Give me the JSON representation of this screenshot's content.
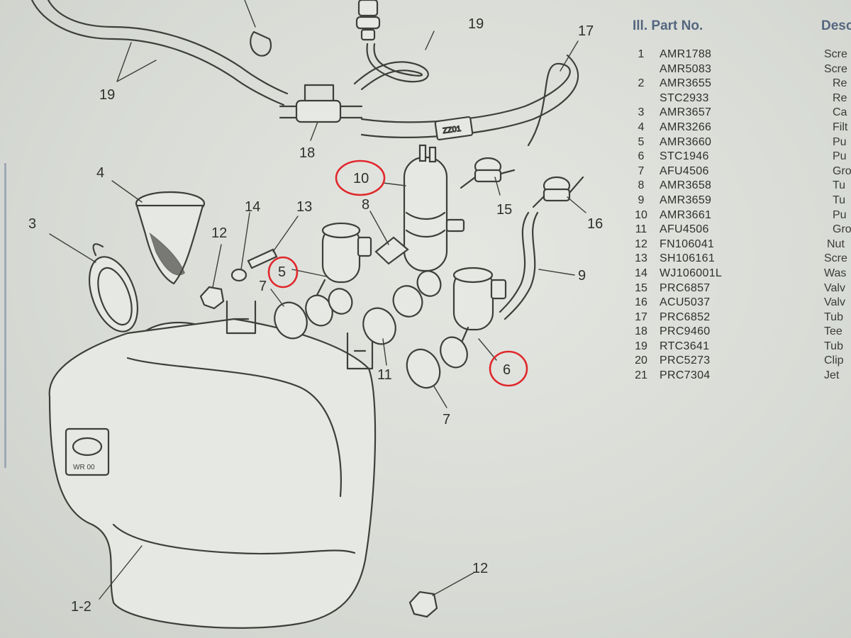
{
  "parts_table": {
    "headers": {
      "ill_part_no": "Ill. Part No.",
      "description": "Desc"
    },
    "rows": [
      {
        "ill": "1",
        "part": "AMR1788",
        "desc": "Scre"
      },
      {
        "ill": "",
        "part": "AMR5083",
        "desc": "Scre"
      },
      {
        "ill": "2",
        "part": "AMR3655",
        "desc": "Re"
      },
      {
        "ill": "",
        "part": "STC2933",
        "desc": "Re"
      },
      {
        "ill": "3",
        "part": "AMR3657",
        "desc": "Ca"
      },
      {
        "ill": "4",
        "part": "AMR3266",
        "desc": "Filt"
      },
      {
        "ill": "5",
        "part": "AMR3660",
        "desc": "Pu"
      },
      {
        "ill": "6",
        "part": "STC1946",
        "desc": "Pu"
      },
      {
        "ill": "7",
        "part": "AFU4506",
        "desc": "Gro"
      },
      {
        "ill": "8",
        "part": "AMR3658",
        "desc": "Tu"
      },
      {
        "ill": "9",
        "part": "AMR3659",
        "desc": "Tu"
      },
      {
        "ill": "10",
        "part": "AMR3661",
        "desc": "Pu"
      },
      {
        "ill": "11",
        "part": "AFU4506",
        "desc": "Gro"
      },
      {
        "ill": "12",
        "part": "FN106041",
        "desc": "Nut"
      },
      {
        "ill": "13",
        "part": "SH106161",
        "desc": "Scre"
      },
      {
        "ill": "14",
        "part": "WJ106001L",
        "desc": "Was"
      },
      {
        "ill": "15",
        "part": "PRC6857",
        "desc": "Valv"
      },
      {
        "ill": "16",
        "part": "ACU5037",
        "desc": "Valv"
      },
      {
        "ill": "17",
        "part": "PRC6852",
        "desc": "Tub"
      },
      {
        "ill": "18",
        "part": "PRC9460",
        "desc": "Tee"
      },
      {
        "ill": "19",
        "part": "RTC3641",
        "desc": "Tub"
      },
      {
        "ill": "20",
        "part": "PRC5273",
        "desc": "Clip"
      },
      {
        "ill": "21",
        "part": "PRC7304",
        "desc": "Jet"
      }
    ]
  },
  "diagram": {
    "callouts": {
      "c19_top": "19",
      "c17": "17",
      "c19_left": "19",
      "c18": "18",
      "c10": "10",
      "c4": "4",
      "c8": "8",
      "c15": "15",
      "c16": "16",
      "c3": "3",
      "c14": "14",
      "c13": "13",
      "c12_mid": "12",
      "c5": "5",
      "c7_left": "7",
      "c9": "9",
      "c11": "11",
      "c6": "6",
      "c7_bottom": "7",
      "c1_2": "1-2",
      "c12_bottom": "12"
    },
    "sticker_text": "WR 00",
    "tube_label": "ZZ01",
    "highlight_color": "#e0282c"
  }
}
